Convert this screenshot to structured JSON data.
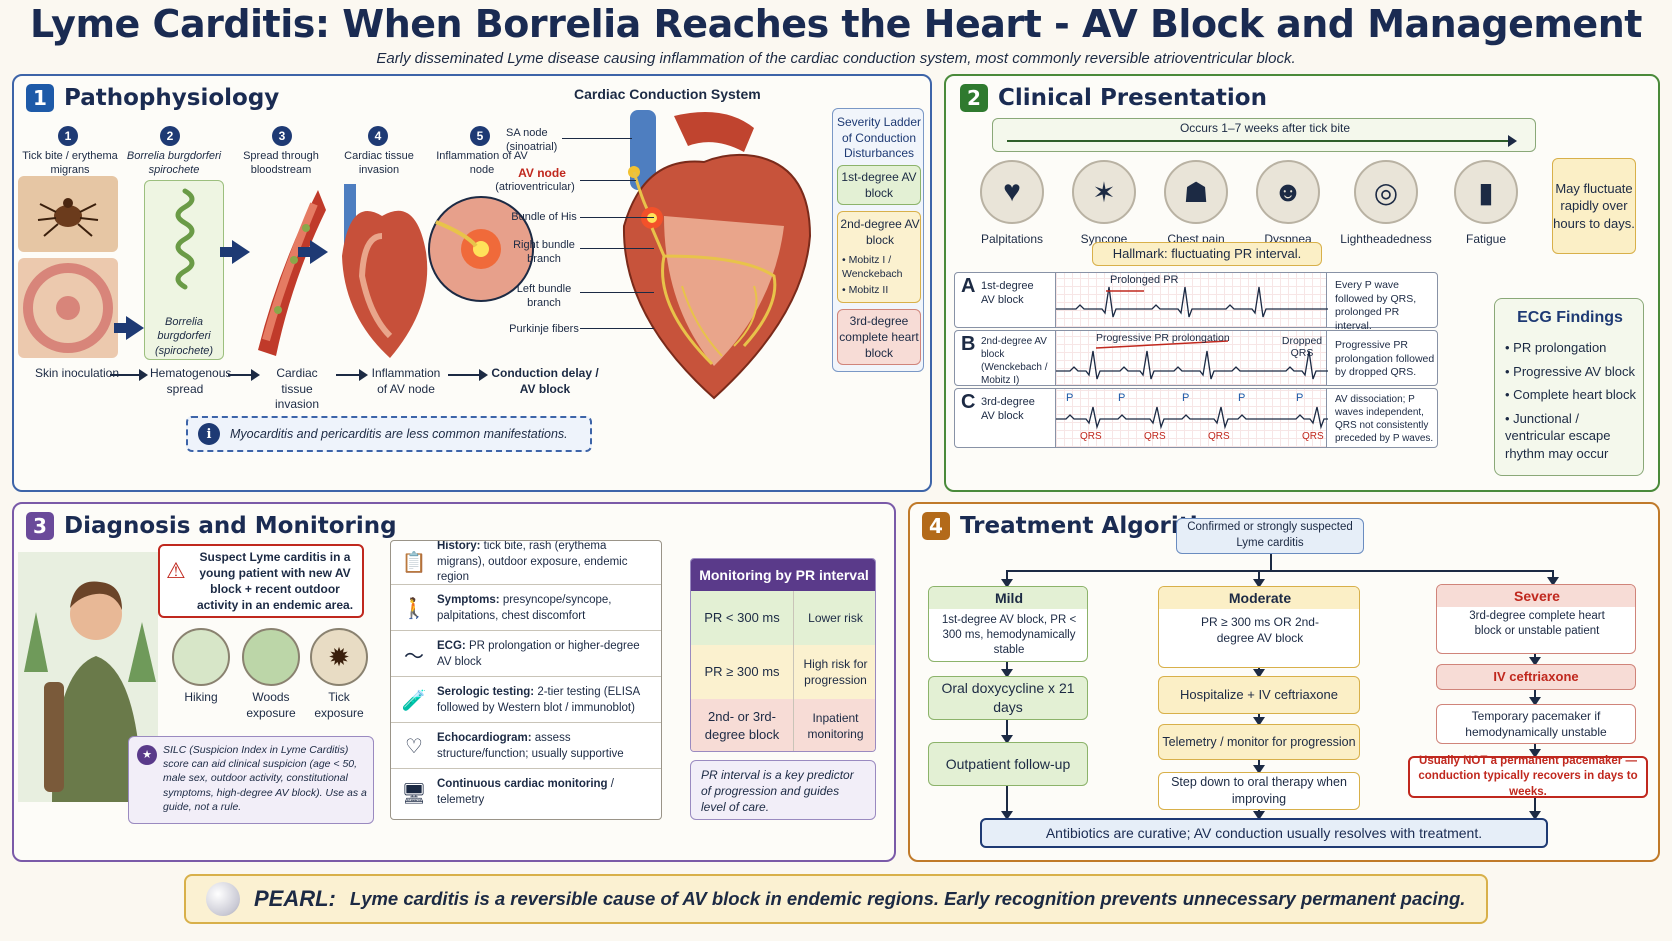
{
  "title": "Lyme Carditis: When Borrelia Reaches the Heart - AV Block and Management",
  "subtitle": "Early disseminated Lyme disease causing inflammation of the cardiac conduction system, most commonly reversible atrioventricular block.",
  "p1": {
    "num": "1",
    "title": "Pathophysiology",
    "steps": [
      {
        "n": "1",
        "label": "Tick bite / erythema migrans"
      },
      {
        "n": "2",
        "label": "Borrelia burgdorferi spirochete"
      },
      {
        "n": "3",
        "label": "Spread through bloodstream"
      },
      {
        "n": "4",
        "label": "Cardiac tissue invasion"
      },
      {
        "n": "5",
        "label": "Inflammation of AV node"
      }
    ],
    "spiro_label": "Borrelia burgdorferi (spirochete)",
    "flow": [
      "Skin inoculation",
      "Hematogenous spread",
      "Cardiac tissue invasion",
      "Inflammation of AV node",
      "Conduction delay / AV block"
    ],
    "ccs_title": "Cardiac Conduction System",
    "ccs_labels": {
      "sa": "SA node (sinoatrial)",
      "av": "AV node",
      "av_sub": "(atrioventricular)",
      "his": "Bundle of His",
      "rbb": "Right bundle branch",
      "lbb": "Left bundle branch",
      "purk": "Purkinje fibers"
    },
    "ladder": {
      "title": "Severity Ladder of Conduction Disturbances",
      "first": "1st-degree AV block",
      "second": "2nd-degree AV block",
      "second_items": [
        "Mobitz I / Wenckebach",
        "Mobitz II"
      ],
      "third": "3rd-degree complete heart block"
    },
    "note": "Myocarditis and pericarditis are less common manifestations."
  },
  "p2": {
    "num": "2",
    "title": "Clinical Presentation",
    "timeline": "Occurs 1–7 weeks after tick bite",
    "symptoms": [
      "Palpitations",
      "Syncope",
      "Chest pain",
      "Dyspnea",
      "Lightheadedness",
      "Fatigue"
    ],
    "fluct": "May fluctuate rapidly over hours to days.",
    "hallmark": "Hallmark: fluctuating PR interval.",
    "ecg": [
      {
        "letter": "A",
        "name": "1st-degree AV block",
        "strip_label": "Prolonged PR",
        "desc": "Every P wave followed by QRS, prolonged PR interval."
      },
      {
        "letter": "B",
        "name": "2nd-degree AV block (Wenckebach / Mobitz I)",
        "strip_label": "Progressive PR prolongation",
        "strip_label2": "Dropped QRS",
        "desc": "Progressive PR prolongation followed by dropped QRS."
      },
      {
        "letter": "C",
        "name": "3rd-degree AV block",
        "p": "P",
        "qrs": "QRS",
        "desc": "AV dissociation; P waves independent, QRS not consistently preceded by P waves."
      }
    ],
    "findings_title": "ECG Findings",
    "findings": [
      "PR prolongation",
      "Progressive AV block",
      "Complete heart block",
      "Junctional / ventricular escape rhythm may occur"
    ]
  },
  "p3": {
    "num": "3",
    "title": "Diagnosis and Monitoring",
    "suspect": "Suspect Lyme carditis in a young patient with new AV block + recent outdoor activity in an endemic area.",
    "exposures": [
      "Hiking",
      "Woods exposure",
      "Tick exposure"
    ],
    "silc": "SILC (Suspicion Index in Lyme Carditis) score can aid clinical suspicion (age < 50, male sex, outdoor activity, constitutional symptoms, high-degree AV block). Use as a guide, not a rule.",
    "tests": [
      {
        "b": "History:",
        "t": " tick bite, rash (erythema migrans), outdoor exposure, endemic region"
      },
      {
        "b": "Symptoms:",
        "t": " presyncope/syncope, palpitations, chest discomfort"
      },
      {
        "b": "ECG:",
        "t": " PR prolongation or higher-degree AV block"
      },
      {
        "b": "Serologic testing:",
        "t": " 2-tier testing (ELISA followed by Western blot / immunoblot)"
      },
      {
        "b": "Echocardiogram:",
        "t": " assess structure/function; usually supportive"
      },
      {
        "b": "Continuous cardiac monitoring",
        "t": " / telemetry"
      }
    ],
    "mon_title": "Monitoring by PR interval",
    "mon_rows": [
      {
        "a": "PR < 300 ms",
        "b": "Lower risk"
      },
      {
        "a": "PR ≥ 300 ms",
        "b": "High risk for progression"
      },
      {
        "a": "2nd- or 3rd-degree block",
        "b": "Inpatient monitoring"
      }
    ],
    "mon_note": "PR interval is a key predictor of progression and guides level of care."
  },
  "p4": {
    "num": "4",
    "title": "Treatment Algorithm",
    "start": "Confirmed or strongly suspected Lyme carditis",
    "mild": {
      "h": "Mild",
      "d": "1st-degree AV block, PR < 300 ms, hemodynamically stable",
      "s1": "Oral doxycycline x 21 days",
      "s2": "Outpatient follow-up"
    },
    "moderate": {
      "h": "Moderate",
      "d": "PR ≥ 300 ms OR 2nd-degree AV block",
      "s1": "Hospitalize + IV ceftriaxone",
      "s2": "Telemetry / monitor for progression",
      "s3": "Step down to oral therapy when improving"
    },
    "severe": {
      "h": "Severe",
      "d": "3rd-degree complete heart block or unstable patient",
      "s1": "IV ceftriaxone",
      "s2": "Temporary pacemaker if hemodynamically unstable",
      "s3": "Usually NOT a permanent pacemaker — conduction typically recovers in days to weeks."
    },
    "final": "Antibiotics are curative; AV conduction usually resolves with treatment."
  },
  "pearl": {
    "b": "PEARL:",
    "t": "Lyme carditis is a reversible cause of AV block in endemic regions. Early recognition prevents unnecessary permanent pacing."
  }
}
